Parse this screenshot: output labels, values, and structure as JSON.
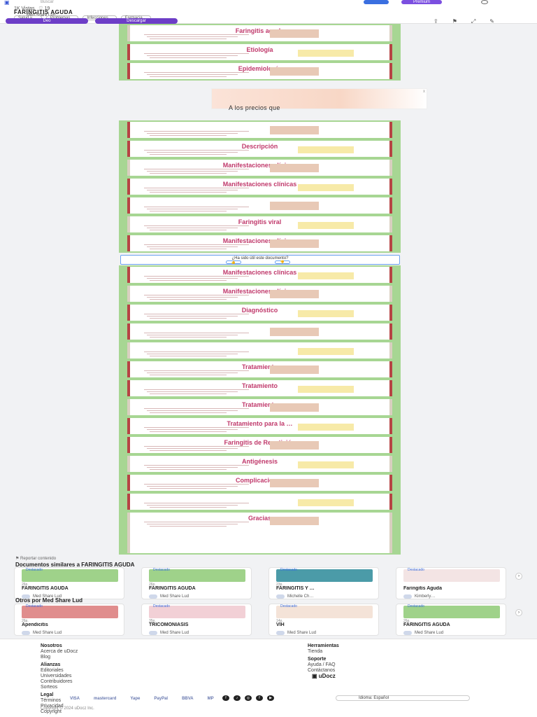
{
  "header": {
    "search_placeholder": "Buscar",
    "premium_label": "Premium",
    "views": "1K Vistas",
    "likes": "19",
    "doc_title": "FARINGITIS AGUDA",
    "uploader": "Med Share Lud",
    "tags": [
      "Salud y …",
      "Problemas…",
      "Infecciones…",
      "Farmacia…"
    ],
    "download_label": "Deo",
    "save_label": "Descargar"
  },
  "slides": [
    {
      "title": "Faringitis aguda"
    },
    {
      "title": "Etiología"
    },
    {
      "title": "Epidemiología"
    },
    {
      "title": ""
    },
    {
      "title": ""
    },
    {
      "title": "Descripción"
    },
    {
      "title": "Manifestaciones clínicas"
    },
    {
      "title": "Manifestaciones clínicas"
    },
    {
      "title": ""
    },
    {
      "title": "Faringitis viral"
    },
    {
      "title": "Manifestaciones clínicas"
    },
    {
      "title": "Manifestaciones clínicas"
    },
    {
      "title": "Manifestaciones clínicas"
    },
    {
      "title": "Diagnóstico"
    },
    {
      "title": ""
    },
    {
      "title": ""
    },
    {
      "title": "Tratamiento"
    },
    {
      "title": "Tratamiento"
    },
    {
      "title": "Tratamiento"
    },
    {
      "title": "Tratamiento para la …"
    },
    {
      "title": "Faringitis de Repetición"
    },
    {
      "title": "Antigénesis"
    },
    {
      "title": "Complicaciones"
    },
    {
      "title": ""
    },
    {
      "title": "Gracias"
    }
  ],
  "ad": {
    "text": "A los precios que",
    "close": "x"
  },
  "rating": {
    "question": "¿Ha sido útil este documento?"
  },
  "report_label": "Reportar contenido",
  "similar": {
    "heading": "Documentos similares a FARINGITIS AGUDA",
    "cards": [
      {
        "badge": "Destacado",
        "pages": "26p.",
        "title": "FARINGITIS AGUDA",
        "author": "Med Share Lud",
        "color": "#9fd28a"
      },
      {
        "badge": "Destacado",
        "pages": "26p.",
        "title": "FARINGITIS AGUDA",
        "author": "Med Share Lud",
        "color": "#9fd28a"
      },
      {
        "badge": "Destacado",
        "pages": "23p.",
        "title": "FARINGITIS Y …",
        "author": "Michelle Ch…",
        "color": "#4b9ba8"
      },
      {
        "badge": "Destacado",
        "pages": "",
        "title": "Faringitis Aguda",
        "author": "Kimberly…",
        "color": "#f3e4e4"
      }
    ]
  },
  "more_from": {
    "heading": "Otros por Med Share Lud",
    "cards": [
      {
        "badge": "Destacado",
        "pages": "26p.",
        "title": "Apendicitis",
        "author": "Med Share Lud",
        "color": "#e08d8d"
      },
      {
        "badge": "Destacado",
        "pages": "35p.",
        "title": "TRICOMONIASIS",
        "author": "Med Share Lud",
        "color": "#f2d0d6"
      },
      {
        "badge": "Destacado",
        "pages": "14p.",
        "title": "VIH",
        "author": "Med Share Lud",
        "color": "#f4e3d8"
      },
      {
        "badge": "Destacado",
        "pages": "26p.",
        "title": "FARINGITIS AGUDA",
        "author": "Med Share Lud",
        "color": "#9fd28a"
      }
    ]
  },
  "footer": {
    "col1": [
      {
        "h": "Nosotros",
        "items": [
          "Acerca de uDocz",
          "Blog"
        ]
      },
      {
        "h": "Alianzas",
        "items": [
          "Editoriales",
          "Universidades",
          "Contribuidores",
          "Sorteos"
        ]
      },
      {
        "h": "Legal",
        "items": [
          "Términos",
          "Privacidad",
          "Copyright"
        ]
      }
    ],
    "col2": [
      {
        "h": "Herramientas",
        "items": [
          "Tienda"
        ]
      },
      {
        "h": "Soporte",
        "items": [
          "Ayuda / FAQ",
          "Contáctanos"
        ]
      }
    ],
    "brand": "uDocz",
    "payments": [
      "VISA",
      "mastercard",
      "Yape",
      "PayPal",
      "BBVA",
      "MP"
    ],
    "language": "Idioma: Español",
    "copyright": "Copyright © 2024 uDocz Inc."
  }
}
